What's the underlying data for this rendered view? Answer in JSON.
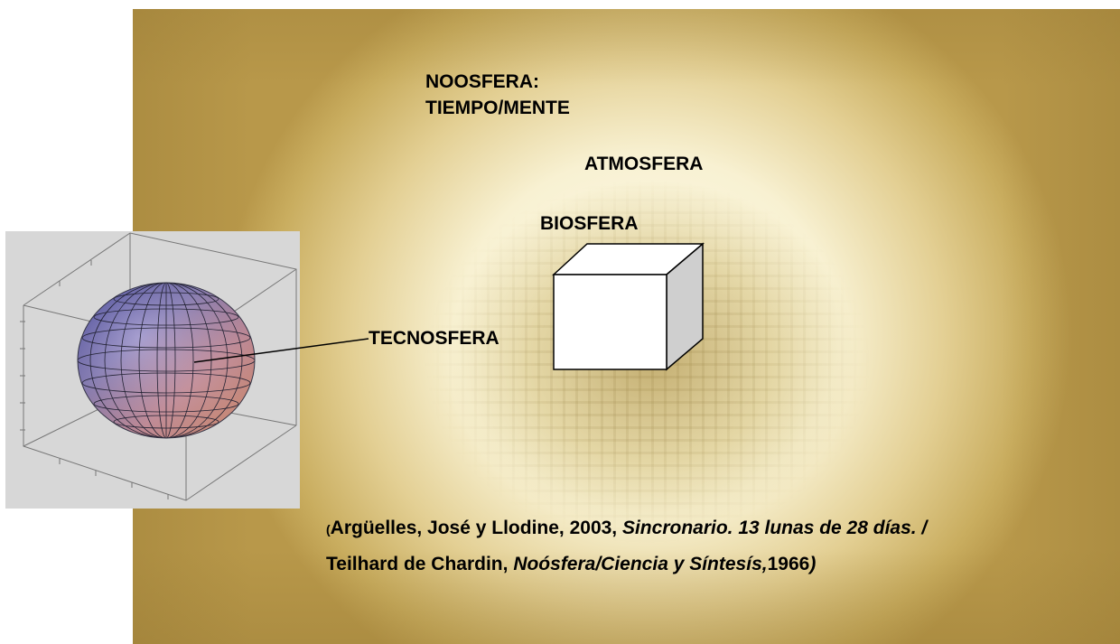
{
  "diagram": {
    "labels": {
      "noosfera_line1": "NOOSFERA:",
      "noosfera_line2": "TIEMPO/MENTE",
      "atmosfera": "ATMOSFERA",
      "biosfera": "BIOSFERA",
      "tecnosfera": "TECNOSFERA"
    },
    "citation": {
      "open_paren": "(",
      "part1_plain": "Argüelles, José y Llodine, 2003, ",
      "part1_italic": "Sincronario. 13 lunas de 28 días. /",
      "part2_plain": "Teilhard de Chardin, ",
      "part2_italic": "Noósfera/Ciencia y Síntesís,",
      "part2_year": "1966",
      "close_paren": ")"
    },
    "colors": {
      "text": "#000000",
      "background_gold": "#c9ad5f",
      "background_center": "#fffdf0",
      "cube_front": "#ffffff",
      "cube_side": "#cfcfcf",
      "sphere_panel": "#d7d7d7"
    }
  }
}
